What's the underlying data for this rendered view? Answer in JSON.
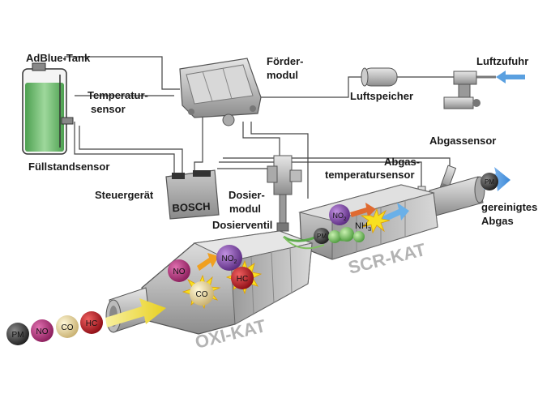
{
  "labels": {
    "adblue_tank": "AdBlue-Tank",
    "temp_sensor_1": "Temperatur-",
    "temp_sensor_2": "sensor",
    "foerder_1": "Förder-",
    "foerder_2": "modul",
    "luftzufuhr": "Luftzufuhr",
    "luftspeicher": "Luftspeicher",
    "fuellstand": "Füllstandsensor",
    "abgassensor": "Abgassensor",
    "abgastemp_1": "Abgas-",
    "abgastemp_2": "temperatursensor",
    "steuergeraet": "Steuergerät",
    "dosier_1": "Dosier-",
    "dosier_2": "modul",
    "dosierventil": "Dosierventil",
    "gereinigt_1": "gereinigtes",
    "gereinigt_2": "Abgas",
    "scr_kat": "SCR-KAT",
    "oxi_kat": "OXI-KAT",
    "bosch": "BOSCH"
  },
  "molecules": {
    "inlet": [
      "PM",
      "NO",
      "CO",
      "HC"
    ],
    "oxi_no": "NO",
    "oxi_no2": "NO2",
    "oxi_co": "CO",
    "oxi_hc": "HC",
    "scr_no2": "NO2",
    "scr_nh3": "NH3",
    "scr_pm": "PM",
    "out_pm": "PM"
  },
  "colors": {
    "pm": "#3a3a3a",
    "no": "#b0307a",
    "co": "#e8d9a0",
    "hc": "#c0202a",
    "no2": "#8a4cb0",
    "nh3": "#7fc060",
    "arrow_blue": "#5aa0e0",
    "arrow_yellow": "#f0e040",
    "liquid": "#6ec070"
  }
}
